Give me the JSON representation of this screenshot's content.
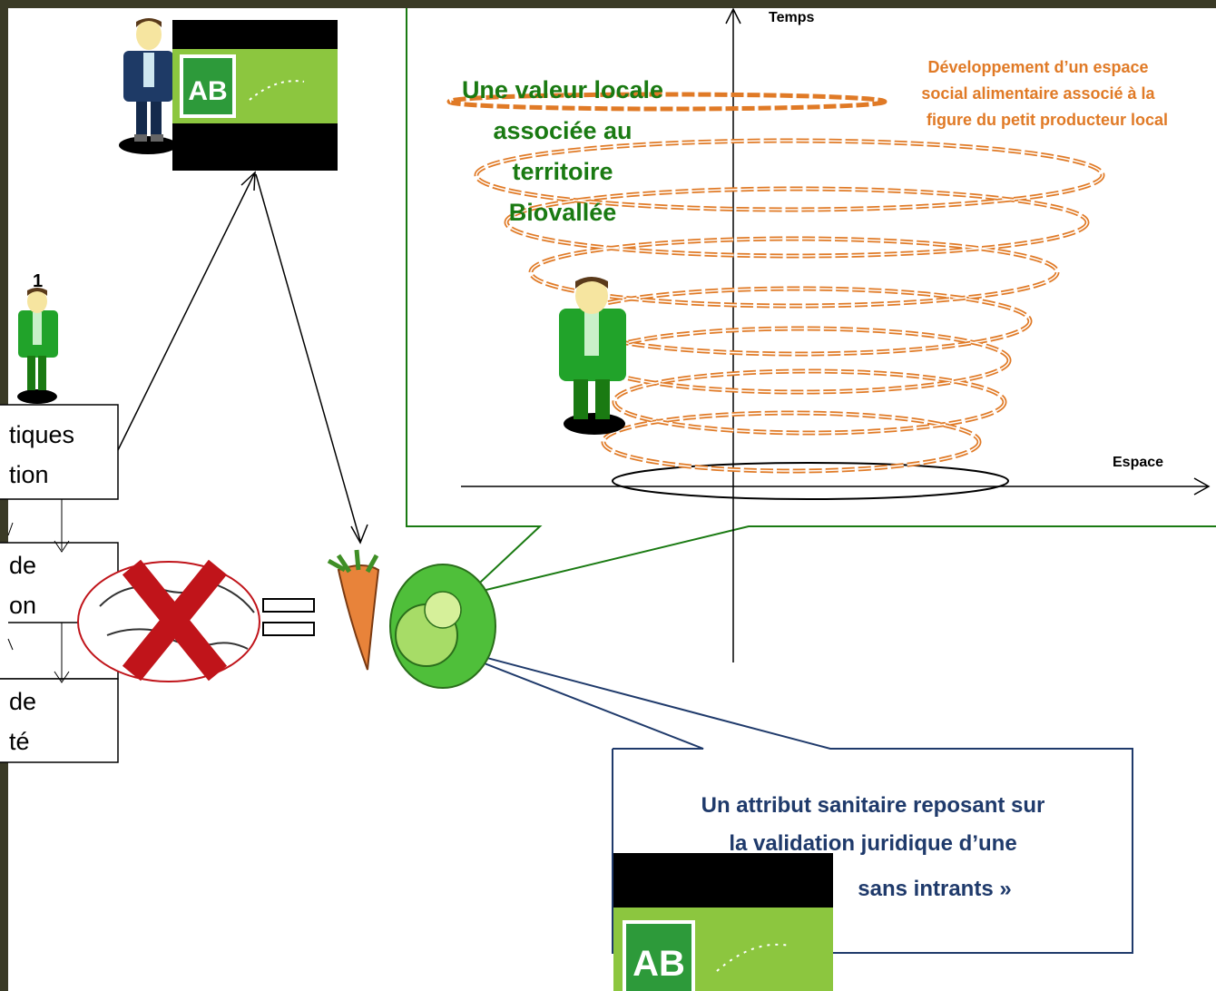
{
  "axes": {
    "y_label": "Temps",
    "x_label": "Espace"
  },
  "labels": {
    "green_title_lines": [
      "Une valeur locale",
      "associée au",
      "territoire",
      "Biovallée"
    ],
    "orange_lines": [
      "Développement d’un espace",
      "social alimentaire  associé à la",
      "figure du petit producteur local"
    ],
    "navy_lines": [
      "Un attribut sanitaire reposant sur",
      "la validation juridique d’une",
      "sans intrants »"
    ],
    "number_one": "1"
  },
  "left_boxes": {
    "box1_lines": [
      "tiques",
      "tion"
    ],
    "box2_lines": [
      "de",
      "on"
    ],
    "box3_lines": [
      "de",
      "té"
    ]
  },
  "logo": {
    "letters": "AB"
  },
  "colors": {
    "frame": "#3a3a26",
    "green": "#1a7a12",
    "orange": "#e07a26",
    "navy": "#1f3a6b",
    "red": "#c0141a"
  }
}
